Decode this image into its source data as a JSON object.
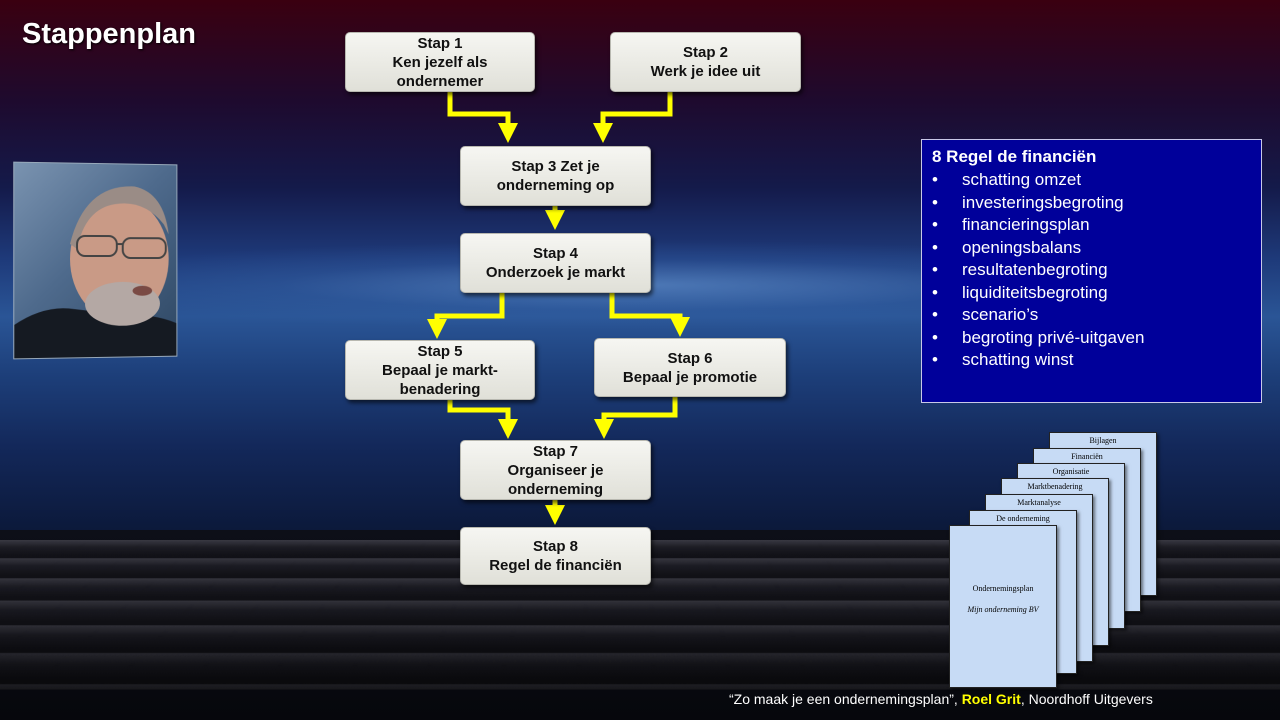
{
  "slide": {
    "title": "Stappenplan"
  },
  "steps": {
    "s1": {
      "label": "Stap 1",
      "text": "Ken jezelf als ondernemer"
    },
    "s2": {
      "label": "Stap 2",
      "text": "Werk je idee uit"
    },
    "s3": {
      "label": "Stap 3 Zet je",
      "text": "onderneming op"
    },
    "s4": {
      "label": "Stap 4",
      "text": "Onderzoek je markt"
    },
    "s5": {
      "label": "Stap 5",
      "text": "Bepaal je markt-benadering"
    },
    "s6": {
      "label": "Stap 6",
      "text": "Bepaal je promotie"
    },
    "s7": {
      "label": "Stap 7",
      "text": "Organiseer je onderneming"
    },
    "s8": {
      "label": "Stap 8",
      "text": "Regel de financiën"
    }
  },
  "info_box": {
    "title": "8 Regel de financiën",
    "bullet": "•",
    "items": [
      "schatting omzet",
      "investeringsbegroting",
      "financieringsplan",
      "openingsbalans",
      "resultatenbegroting",
      "liquiditeitsbegroting",
      "scenario’s",
      "begroting privé-uitgaven",
      "schatting winst"
    ]
  },
  "documents": {
    "tabs": [
      "Bijlagen",
      "Financiën",
      "Organisatie",
      "Marktbenadering",
      "Marktanalyse",
      "De onderneming"
    ],
    "front_title": "Ondernemingsplan",
    "front_subtitle": "Mijn onderneming BV"
  },
  "footer": {
    "quote": "“Zo maak je een ondernemingsplan”, ",
    "author": "Roel Grit",
    "publisher": ", Noordhoff Uitgevers"
  },
  "colors": {
    "arrow": "#ffff00",
    "info_bg": "#00009a",
    "doc_bg": "#c7dbf5"
  }
}
